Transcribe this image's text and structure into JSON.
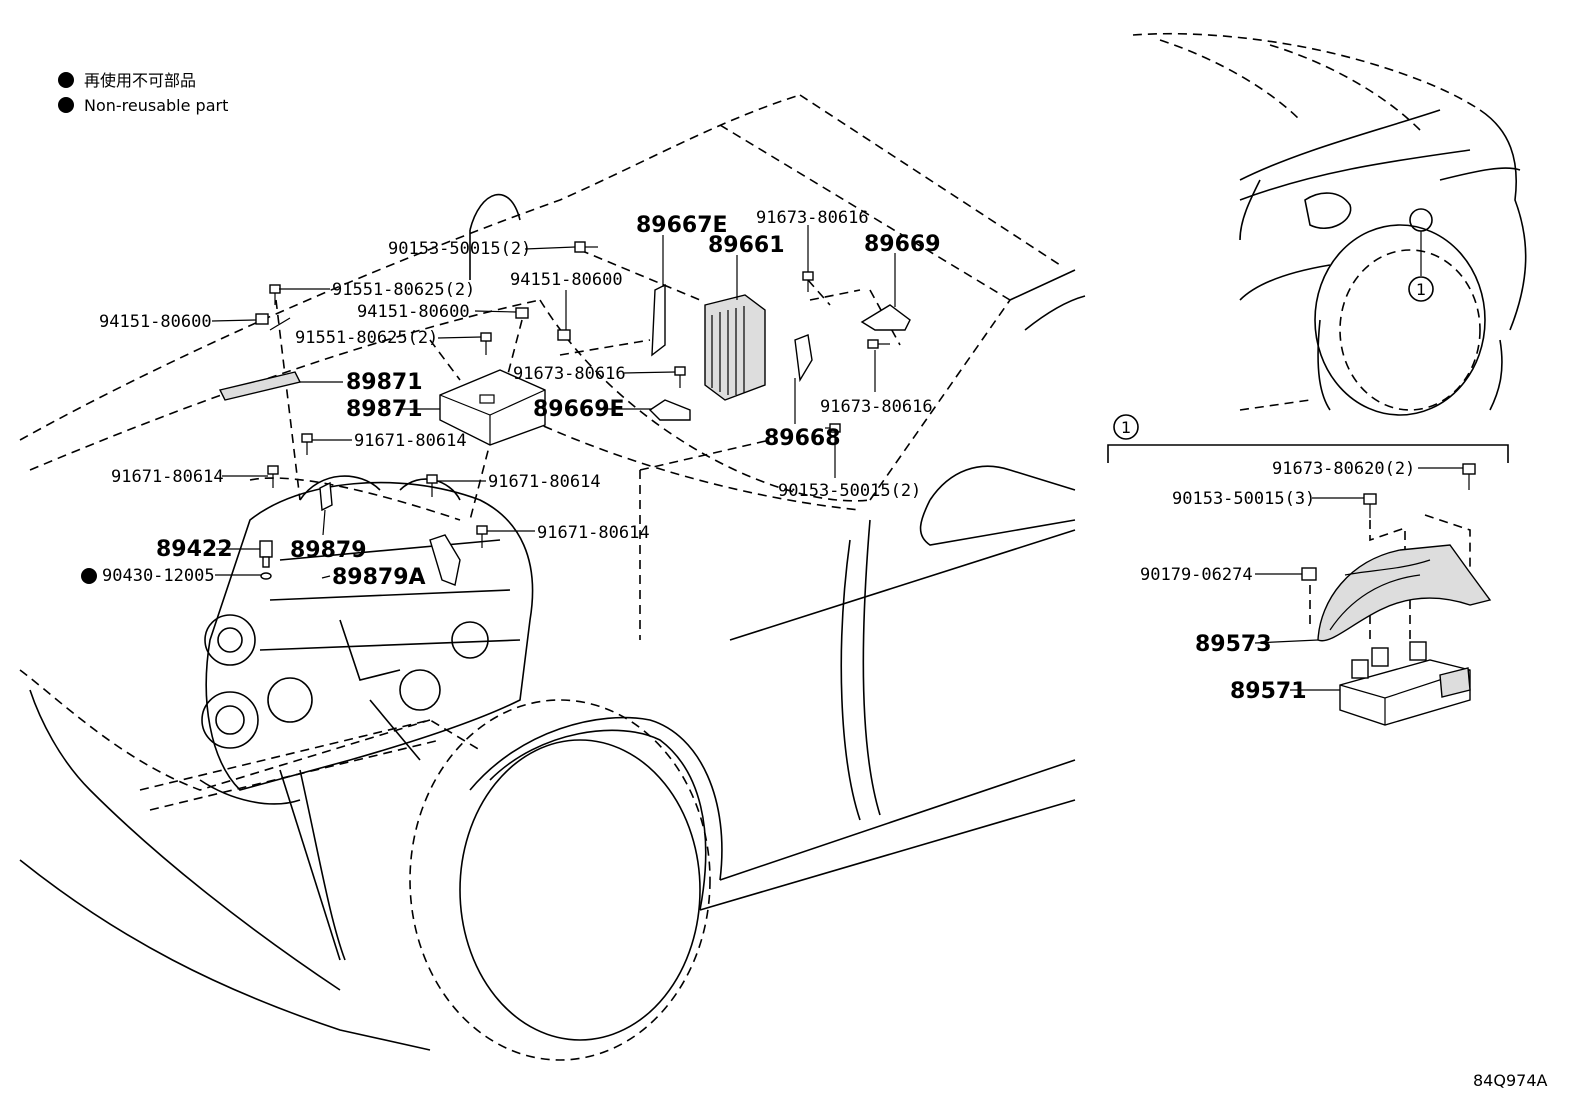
{
  "legend": {
    "line1": "再使用不可部品",
    "line2": "Non-reusable part"
  },
  "callouts": {
    "c1": "90153-50015(2)",
    "c2": "91551-80625(2)",
    "c3": "94151-80600",
    "c4": "94151-80600",
    "c5": "94151-80600",
    "c6": "91551-80625(2)",
    "c7": "89871",
    "c8": "89871",
    "c9": "91671-80614",
    "c10": "91671-80614",
    "c11": "91671-80614",
    "c12": "91671-80614",
    "c13": "89879",
    "c14": "89879A",
    "c15": "89422",
    "c16": "90430-12005",
    "c17": "89667E",
    "c18": "89661",
    "c19": "91673-80616",
    "c20": "89669",
    "c21": "91673-80616",
    "c22": "89669E",
    "c23": "91673-80616",
    "c24": "89668",
    "c25": "90153-50015(2)",
    "c26": "91673-80620(2)",
    "c27": "90153-50015(3)",
    "c28": "90179-06274",
    "c29": "89573",
    "c30": "89571"
  },
  "section_marker": "1",
  "inset_marker": "1",
  "diagram_code": "84Q974A",
  "colors": {
    "line": "#000000",
    "background": "#ffffff"
  }
}
